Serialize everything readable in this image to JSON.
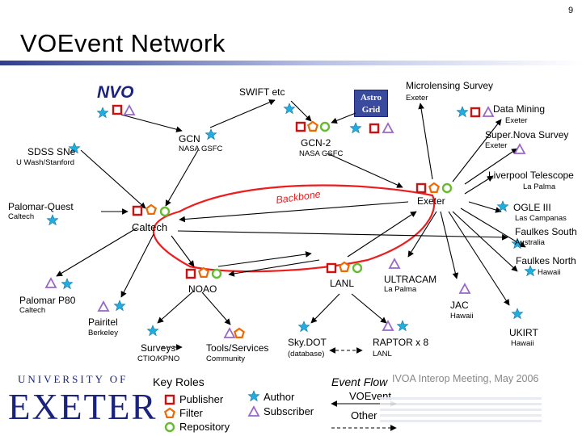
{
  "page_number": "9",
  "title": "VOEvent Network",
  "backbone_label": "Backbone",
  "caption": "IVOA Interop Meeting, May 2006",
  "logos": {
    "nvo": "NVO",
    "astrogrid_line1": "Astro",
    "astrogrid_line2": "Grid",
    "university_line": "UNIVERSITY OF",
    "university_name": "EXETER"
  },
  "nodes": {
    "swift": {
      "name": "SWIFT etc"
    },
    "microlensing": {
      "name": "Microlensing Survey",
      "sub": "Exeter"
    },
    "datamining": {
      "name": "Data Mining",
      "sub": "Exeter"
    },
    "gcn": {
      "name": "GCN",
      "sub": "NASA GSFC"
    },
    "gcn2": {
      "name": "GCN-2",
      "sub": "NASA GSFC"
    },
    "supernova": {
      "name": "Super.Nova Survey",
      "sub": "Exeter"
    },
    "sdss": {
      "name": "SDSS SNe",
      "sub": "U Wash/Stanford"
    },
    "liverpool": {
      "name": "Liverpool Telescope",
      "sub": "La Palma"
    },
    "palomarquest": {
      "name": "Palomar-Quest",
      "sub": "Caltech"
    },
    "exeter": {
      "name": "Exeter"
    },
    "ogle": {
      "name": "OGLE III",
      "sub": "Las Campanas"
    },
    "caltech": {
      "name": "Caltech"
    },
    "faulkessouth": {
      "name": "Faulkes South",
      "sub": "Australia"
    },
    "faulkesnorth": {
      "name": "Faulkes North",
      "sub": "Hawaii"
    },
    "noao": {
      "name": "NOAO"
    },
    "lanl": {
      "name": "LANL"
    },
    "ultracam": {
      "name": "ULTRACAM",
      "sub": "La Palma"
    },
    "palomarp80": {
      "name": "Palomar P80",
      "sub": "Caltech"
    },
    "jac": {
      "name": "JAC",
      "sub": "Hawaii"
    },
    "pairitel": {
      "name": "Pairitel",
      "sub": "Berkeley"
    },
    "surveys": {
      "name": "Surveys",
      "sub": "CTIO/KPNO"
    },
    "tools": {
      "name": "Tools/Services",
      "sub": "Community"
    },
    "skydot": {
      "name": "Sky.DOT",
      "sub": "(database)"
    },
    "raptor": {
      "name": "RAPTOR x 8",
      "sub": "LANL"
    },
    "ukirt": {
      "name": "UKIRT",
      "sub": "Hawaii"
    }
  },
  "legend_roles": {
    "title": "Key Roles",
    "publisher": "Publisher",
    "filter": "Filter",
    "repository": "Repository",
    "author": "Author",
    "subscriber": "Subscriber"
  },
  "legend_flow": {
    "title": "Event Flow",
    "voevent": "VOEvent",
    "other": "Other"
  },
  "colors": {
    "publisher": "#cc1111",
    "filter": "#ee6a00",
    "repository": "#66bb33",
    "author": "#1eaee0",
    "subscriber": "#9966cc",
    "title_bar": "#2f3f8f",
    "university": "#1a237e"
  },
  "icons": [
    "star-icon",
    "square-icon",
    "pentagon-icon",
    "circle-icon",
    "triangle-icon"
  ]
}
